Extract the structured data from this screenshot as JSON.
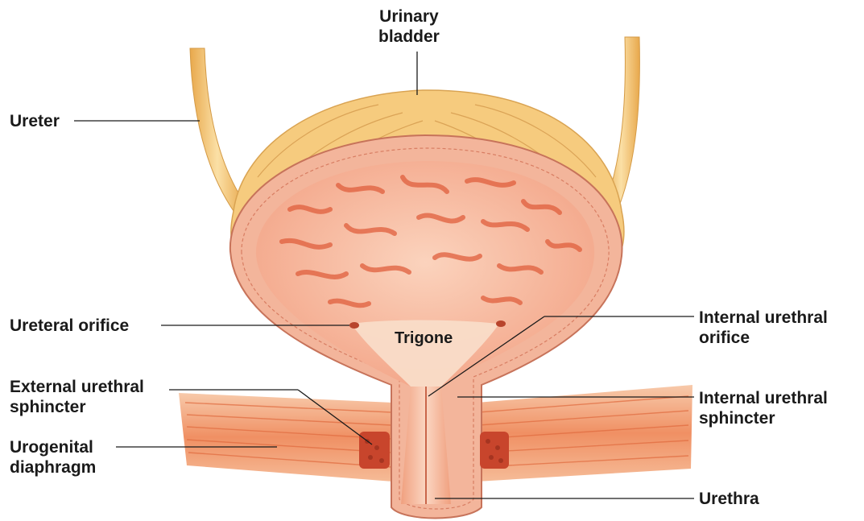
{
  "labels": {
    "urinary_bladder": [
      "Urinary",
      "bladder"
    ],
    "ureter": [
      "Ureter"
    ],
    "ureteral_orifice": [
      "Ureteral orifice"
    ],
    "trigone": [
      "Trigone"
    ],
    "internal_urethral_orifice": [
      "Internal urethral",
      "orifice"
    ],
    "external_urethral_sphincter": [
      "External urethral",
      "sphincter"
    ],
    "internal_urethral_sphincter": [
      "Internal urethral",
      "sphincter"
    ],
    "urogenital_diaphragm": [
      "Urogenital",
      "diaphragm"
    ],
    "urethra": [
      "Urethra"
    ]
  },
  "colors": {
    "label_text": "#1a1a1a",
    "leader_line": "#1a1a1a",
    "ureter": "#f3c26c",
    "outer_muscle": "#f6cb7e",
    "wall": "#f2a98b",
    "lumen": "#f7b9a0",
    "mucosal_folds": "#e2603f",
    "trigone": "#f7dcc4",
    "diaphragm_muscle": "#f08a5c",
    "sphincter": "#c8452c"
  }
}
